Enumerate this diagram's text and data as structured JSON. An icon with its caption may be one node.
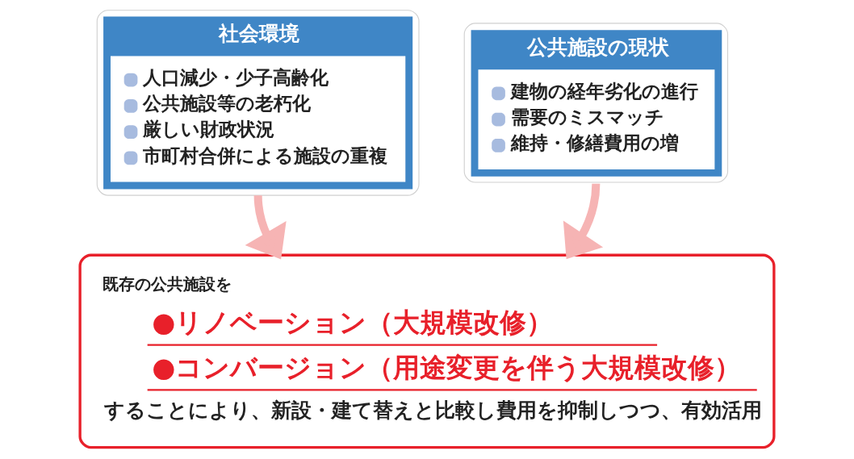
{
  "diagram": {
    "nodes": [
      {
        "text": [
          "社会環境",
          "人口減少・少子高齢化",
          "公共施設等の老朽化",
          "厳しい財政状況",
          "市町村合併による施設の重複"
        ]
      },
      {
        "text": [
          "公共施設の現状",
          "建物の経年劣化の進行",
          "需要のミスマッチ",
          "維持・修繕費用の増"
        ]
      },
      {
        "text": [
          "既存の公共施設を",
          "●リノベーション（大規模改修）",
          "●コンバージョン（用途変更を伴う大規模改修）",
          "することにより、新設・建て替えと比較し費用を抑制しつつ、有効活用"
        ]
      }
    ],
    "edges": [
      {
        "from": 0,
        "to": 2,
        "arrow": "to",
        "color": "#f6b4b4"
      },
      {
        "from": 1,
        "to": 2,
        "arrow": "to",
        "color": "#f6b4b4"
      }
    ]
  }
}
